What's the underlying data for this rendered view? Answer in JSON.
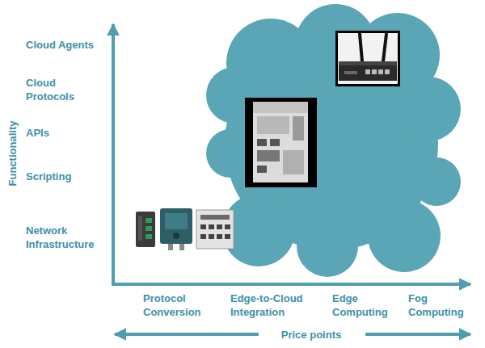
{
  "diagram": {
    "labels": [
      "Functionality",
      "Cloud Agents",
      "Cloud Protocols",
      "APIs",
      "Scripting",
      "Network Infrastructure",
      "Protocol Conversion",
      "Edge-to-Cloud Integration",
      "Edge Computing",
      "Fog Computing",
      "Price points"
    ]
  }
}
